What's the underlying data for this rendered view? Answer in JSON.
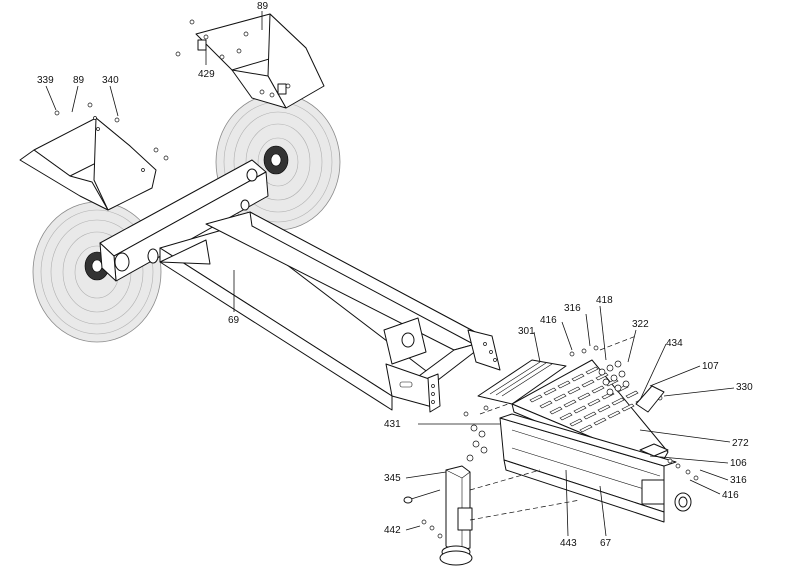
{
  "labels": [
    {
      "key": "89a",
      "text": "89"
    },
    {
      "key": "429",
      "text": "429"
    },
    {
      "key": "339",
      "text": "339"
    },
    {
      "key": "89b",
      "text": "89"
    },
    {
      "key": "340",
      "text": "340"
    },
    {
      "key": "69",
      "text": "69"
    },
    {
      "key": "316a",
      "text": "316"
    },
    {
      "key": "418",
      "text": "418"
    },
    {
      "key": "416a",
      "text": "416"
    },
    {
      "key": "301",
      "text": "301"
    },
    {
      "key": "322",
      "text": "322"
    },
    {
      "key": "434",
      "text": "434"
    },
    {
      "key": "107",
      "text": "107"
    },
    {
      "key": "330",
      "text": "330"
    },
    {
      "key": "431",
      "text": "431"
    },
    {
      "key": "272",
      "text": "272"
    },
    {
      "key": "106",
      "text": "106"
    },
    {
      "key": "316b",
      "text": "316"
    },
    {
      "key": "416b",
      "text": "416"
    },
    {
      "key": "345",
      "text": "345"
    },
    {
      "key": "442",
      "text": "442"
    },
    {
      "key": "443",
      "text": "443"
    },
    {
      "key": "67",
      "text": "67"
    }
  ]
}
